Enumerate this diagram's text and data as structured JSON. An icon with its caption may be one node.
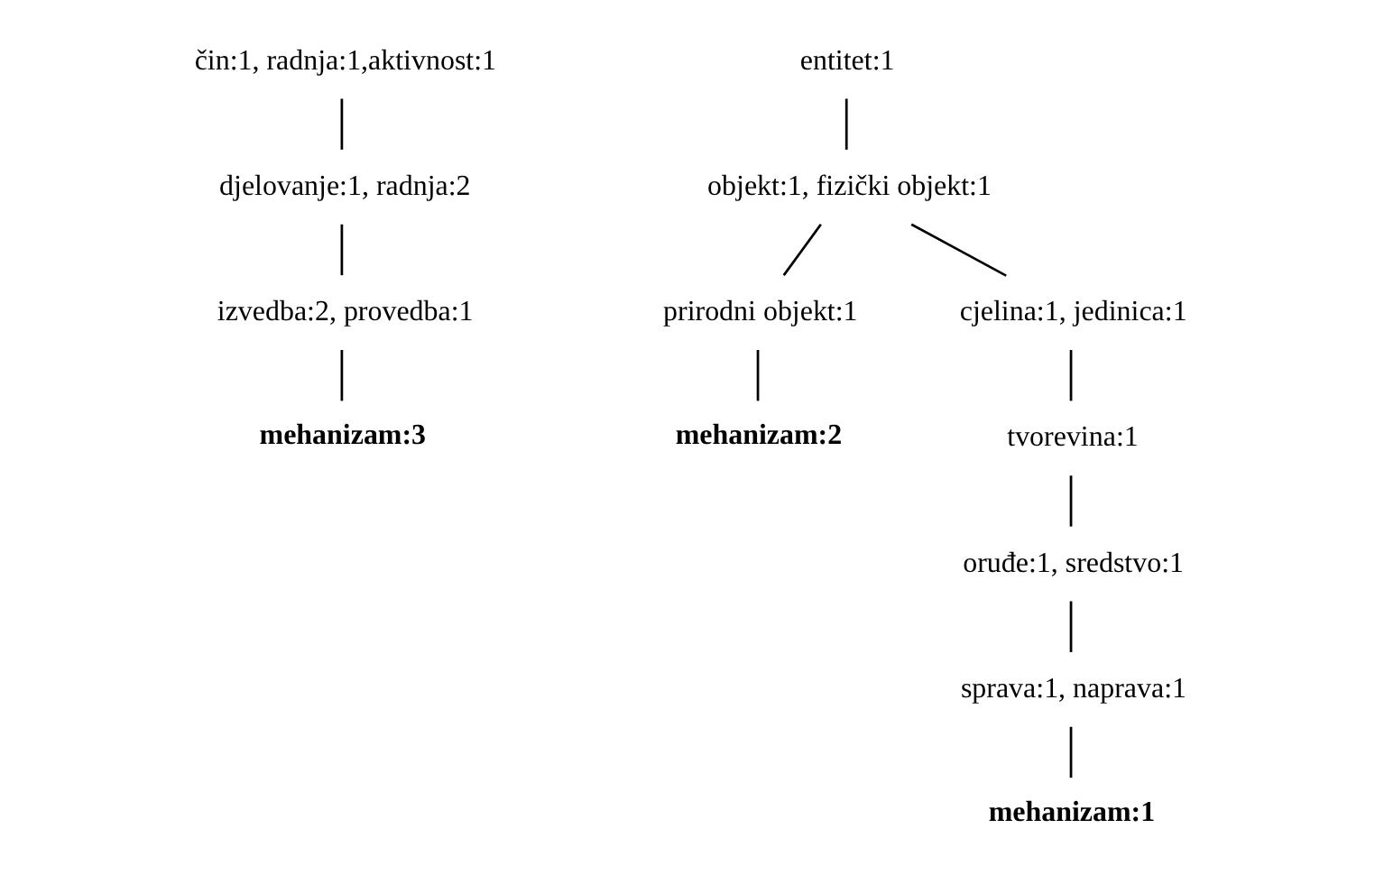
{
  "diagram": {
    "nodes": [
      {
        "text": [
          "čin:1, radnja:1,aktivnost:1"
        ]
      },
      {
        "text": [
          "djelovanje:1, radnja:2"
        ]
      },
      {
        "text": [
          "izvedba:2, provedba:1"
        ]
      },
      {
        "text": [
          "mehanizam:3"
        ]
      },
      {
        "text": [
          "entitet:1"
        ]
      },
      {
        "text": [
          "objekt:1, fizički objekt:1"
        ]
      },
      {
        "text": [
          "prirodni objekt:1"
        ]
      },
      {
        "text": [
          "cjelina:1, jedinica:1"
        ]
      },
      {
        "text": [
          "mehanizam:2"
        ]
      },
      {
        "text": [
          "tvorevina:1"
        ]
      },
      {
        "text": [
          "oruđe:1, sredstvo:1"
        ]
      },
      {
        "text": [
          "sprava:1, naprava:1"
        ]
      },
      {
        "text": [
          "mehanizam:1"
        ]
      }
    ],
    "edges": [
      {
        "from": 0,
        "to": 1,
        "arrow": "none"
      },
      {
        "from": 1,
        "to": 2,
        "arrow": "none"
      },
      {
        "from": 2,
        "to": 3,
        "arrow": "none"
      },
      {
        "from": 4,
        "to": 5,
        "arrow": "none"
      },
      {
        "from": 5,
        "to": 6,
        "arrow": "none"
      },
      {
        "from": 5,
        "to": 7,
        "arrow": "none"
      },
      {
        "from": 6,
        "to": 8,
        "arrow": "none"
      },
      {
        "from": 7,
        "to": 9,
        "arrow": "none"
      },
      {
        "from": 9,
        "to": 10,
        "arrow": "none"
      },
      {
        "from": 10,
        "to": 11,
        "arrow": "none"
      },
      {
        "from": 11,
        "to": 12,
        "arrow": "none"
      }
    ]
  }
}
